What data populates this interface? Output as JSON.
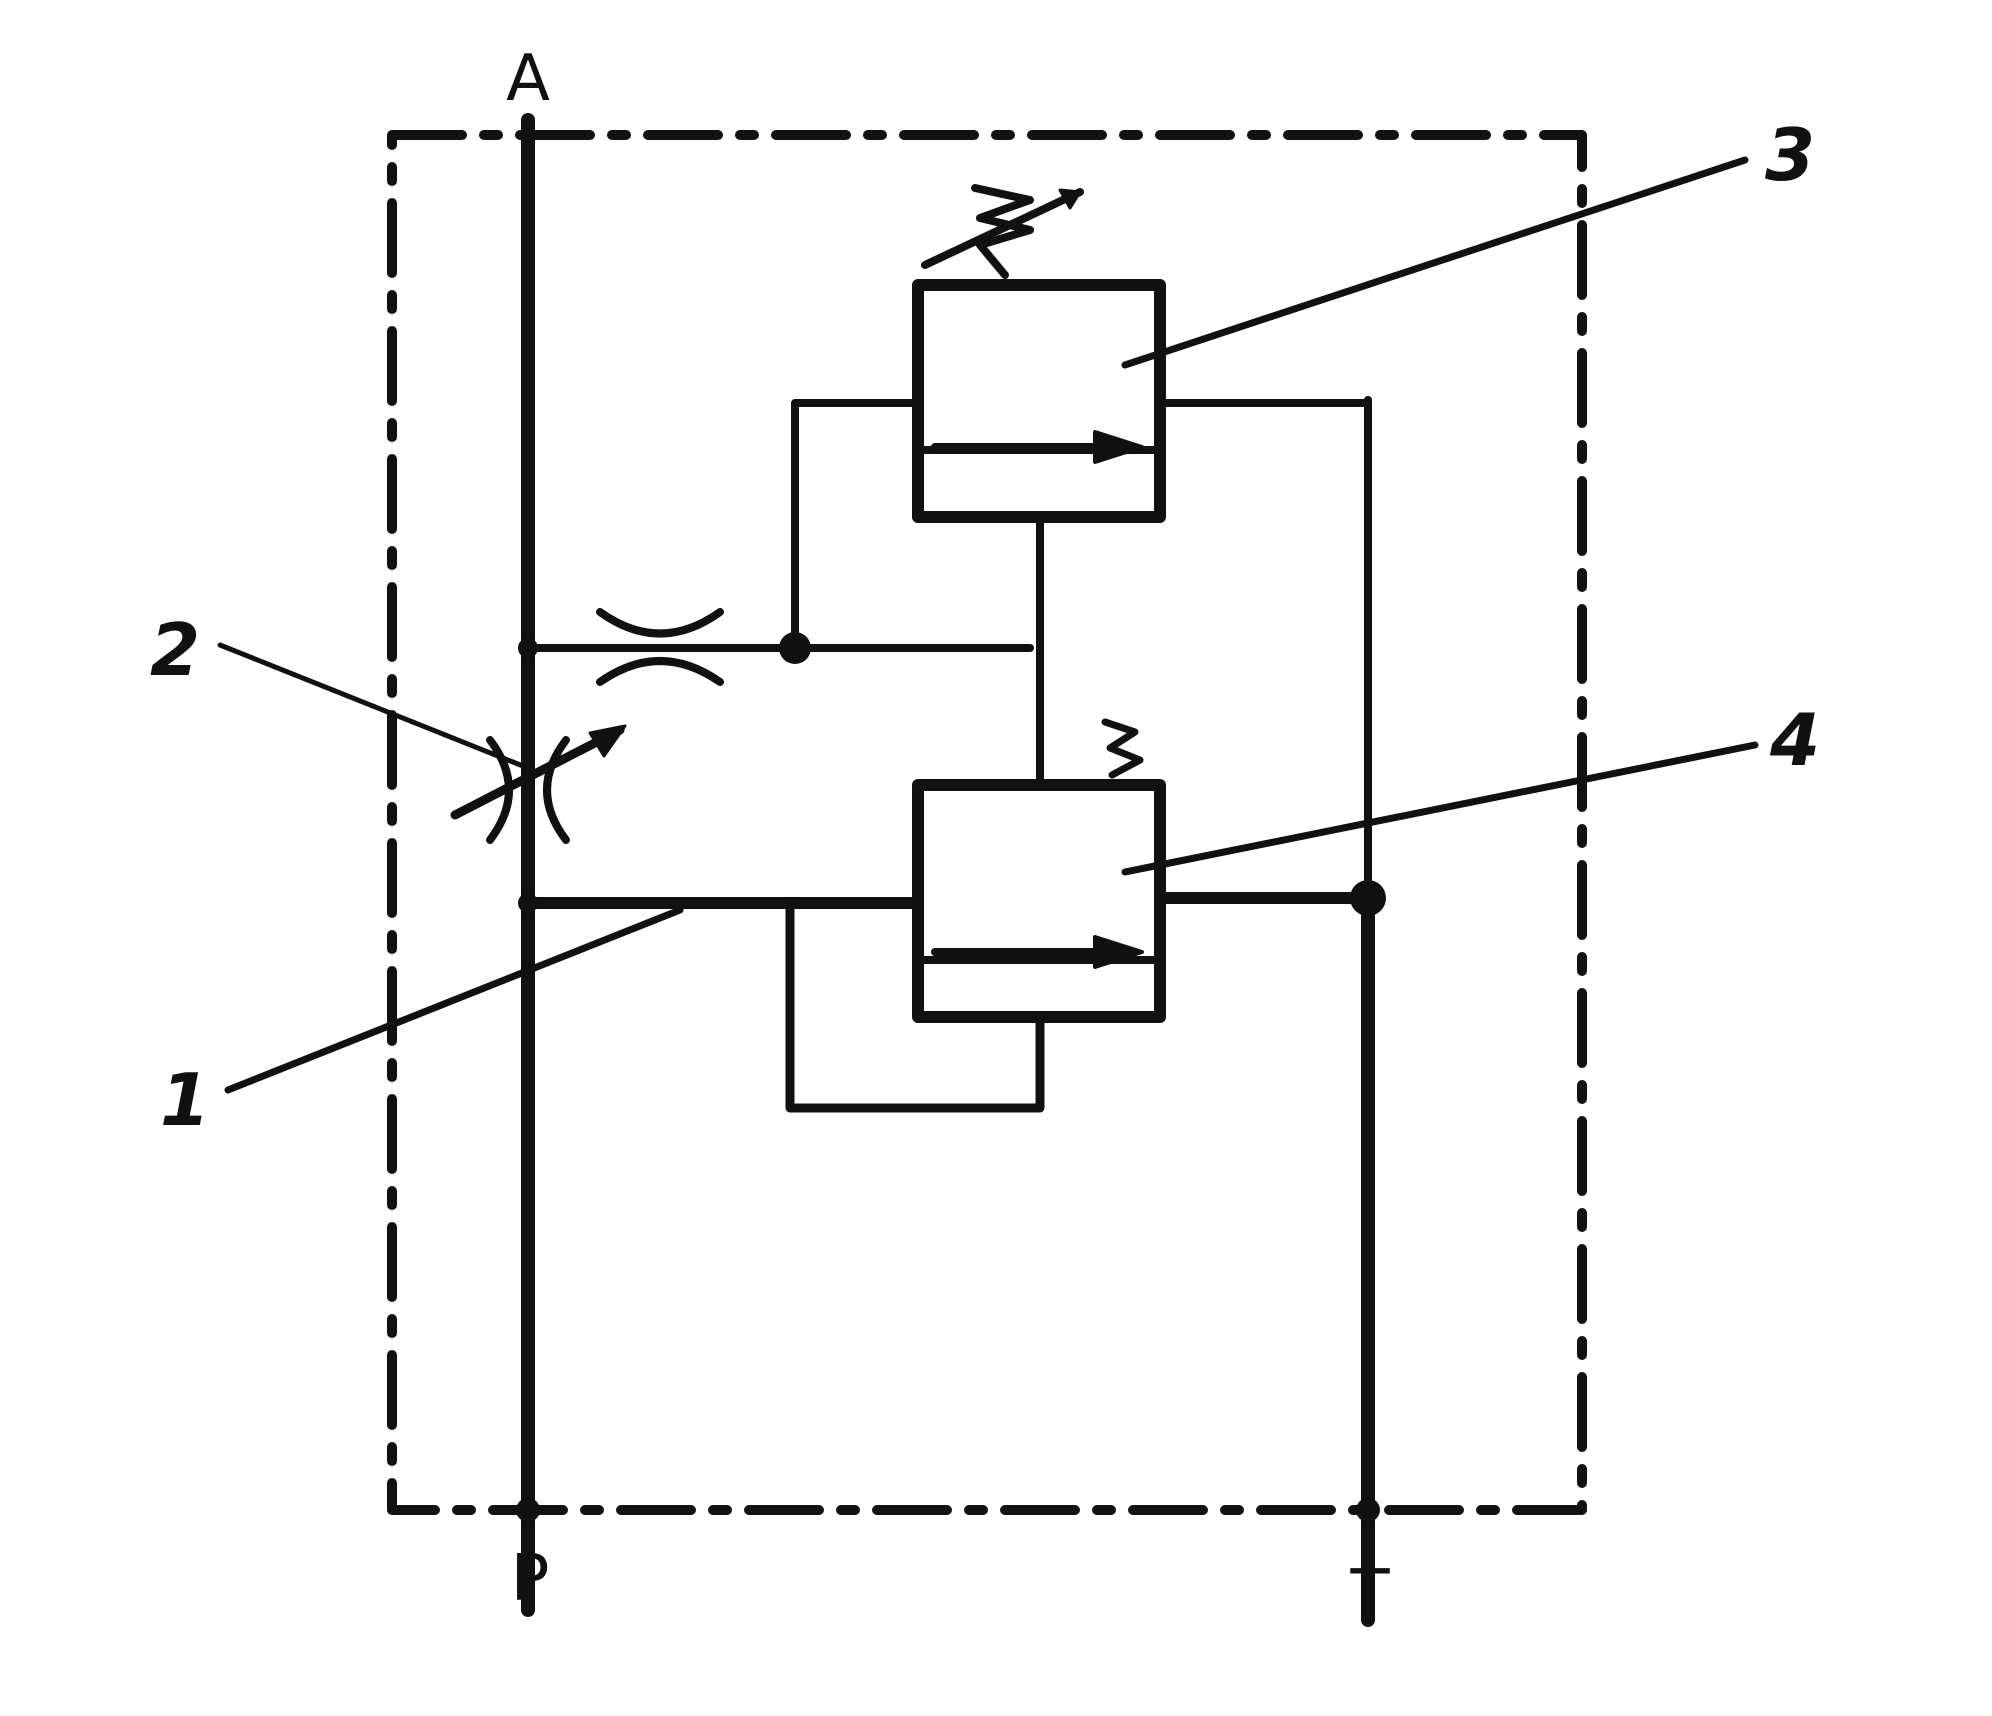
{
  "ports": {
    "A": "A",
    "P": "P",
    "T": "T"
  },
  "callouts": {
    "c1": "1",
    "c2": "2",
    "c3": "3",
    "c4": "4"
  },
  "colors": {
    "ink": "#111111",
    "paper": "#ffffff"
  }
}
